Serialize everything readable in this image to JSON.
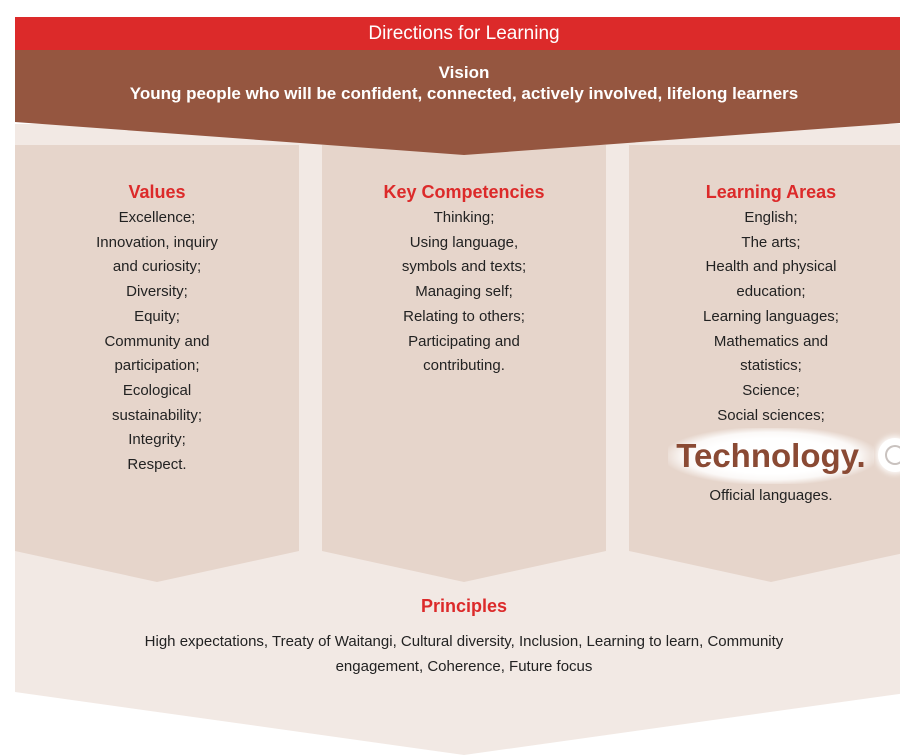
{
  "header": {
    "title": "Directions for Learning"
  },
  "vision": {
    "title": "Vision",
    "text": "Young people who will be confident, connected, actively involved, lifelong learners"
  },
  "columns": [
    {
      "title": "Values",
      "items": [
        "Excellence;",
        "Innovation, inquiry",
        "and curiosity;",
        "Diversity;",
        "Equity;",
        "Community and",
        "participation;",
        "Ecological",
        "sustainability;",
        "Integrity;",
        "Respect."
      ]
    },
    {
      "title": "Key Competencies",
      "items": [
        "Thinking;",
        "Using language,",
        "symbols and texts;",
        "Managing self;",
        "Relating to others;",
        "Participating and",
        "contributing."
      ]
    },
    {
      "title": "Learning Areas",
      "items": [
        "English;",
        "The arts;",
        "Health and physical",
        "education;",
        "Learning languages;",
        "Mathematics and",
        "statistics;",
        "Science;",
        "Social sciences;"
      ],
      "highlight": "Technology.",
      "after_items": [
        "Official languages."
      ]
    }
  ],
  "principles": {
    "title": "Principles",
    "text": "High expectations, Treaty of Waitangi, Cultural diversity, Inclusion, Learning to learn, Community engagement, Coherence, Future focus"
  },
  "colors": {
    "header_red": "#dc2a2a",
    "vision_brown": "#955640",
    "column_tan": "#e6d5cb",
    "background_light": "#f2e9e4",
    "title_red": "#dc2a2a",
    "technology_brown": "#8a4a34"
  },
  "icons": {
    "highlight_icon": "refresh-icon"
  }
}
